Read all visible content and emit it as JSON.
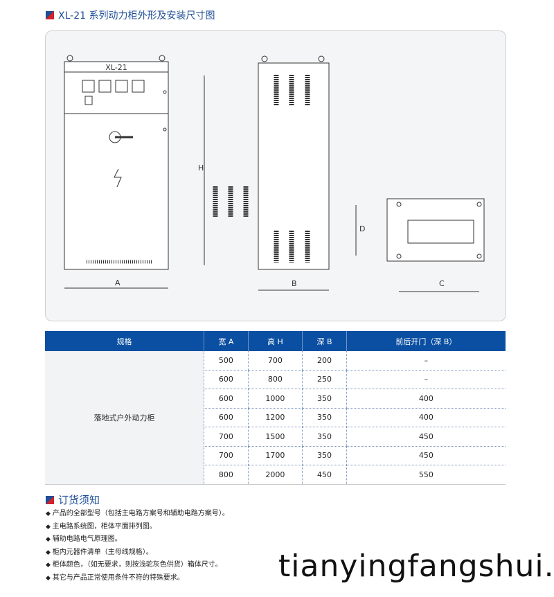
{
  "title": "XL-21 系列动力柜外形及安装尺寸图",
  "drawing": {
    "panel_label": "XL-21",
    "dim_labels": {
      "A": "A",
      "H": "H",
      "B": "B",
      "C": "C",
      "D": "D"
    }
  },
  "table": {
    "headers": [
      "规格",
      "宽 A",
      "高 H",
      "深 B",
      "前后开门（深 B）"
    ],
    "spec": "落地式户外动力柜",
    "rows": [
      [
        "500",
        "700",
        "200",
        "–"
      ],
      [
        "600",
        "800",
        "250",
        "–"
      ],
      [
        "600",
        "1000",
        "350",
        "400"
      ],
      [
        "600",
        "1200",
        "350",
        "400"
      ],
      [
        "700",
        "1500",
        "350",
        "450"
      ],
      [
        "700",
        "1700",
        "350",
        "450"
      ],
      [
        "800",
        "2000",
        "450",
        "550"
      ]
    ]
  },
  "order": {
    "title": "订货须知",
    "items": [
      "产品的全部型号（包括主电路方案号和辅助电路方案号）。",
      "主电路系统图，柜体平面排列图。",
      "辅助电路电气原理图。",
      "柜内元器件清单（主母线规格）。",
      "柜体颜色，（如无要求，则按浅驼灰色供货）箱体尺寸。",
      "其它与产品正常使用条件不符的特殊要求。"
    ]
  },
  "watermark": "tianyingfangshui."
}
